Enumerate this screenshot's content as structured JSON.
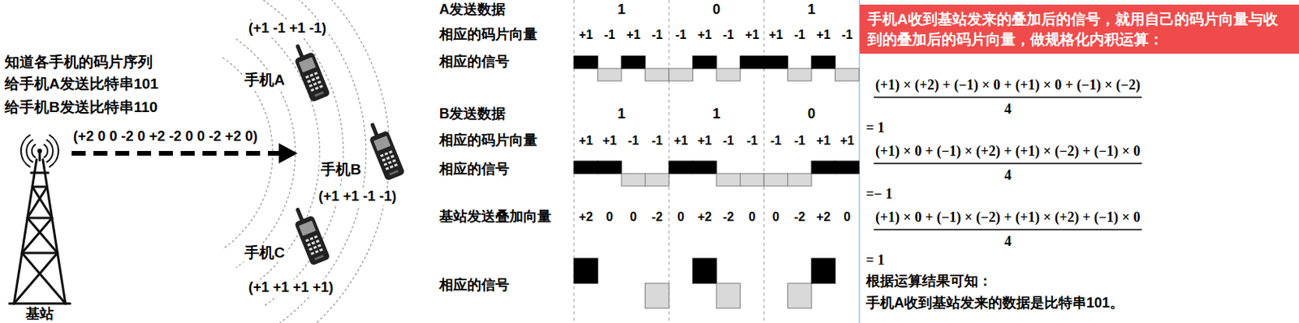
{
  "diagram": {
    "nodes": [
      {
        "text": [
          "手机A收到基站发来的叠加后的信号，就用自己的码片向量与收到的叠加后的码片向量，做规格化内积运算："
        ]
      }
    ],
    "labels": [
      "知道各手机的码片序列",
      "给手机A发送比特串101",
      "给手机B发送比特串110",
      "(+1 -1 +1 -1)",
      "手机A",
      "(+2 0 0 -2 0 +2 -2 0 0 -2 +2 0)",
      "手机B",
      "(+1 +1 -1 -1)",
      "手机C",
      "(+1 +1 +1 +1)",
      "基站",
      "A发送数据",
      "1",
      "0",
      "1",
      "相应的码片向量",
      "+1",
      "-1",
      "+1",
      "-1",
      "-1",
      "+1",
      "-1",
      "+1",
      "+1",
      "-1",
      "+1",
      "-1",
      "相应的信号",
      "B发送数据",
      "1",
      "1",
      "0",
      "相应的码片向量",
      "+1",
      "+1",
      "-1",
      "-1",
      "+1",
      "+1",
      "-1",
      "-1",
      "-1",
      "-1",
      "+1",
      "+1",
      "相应的信号",
      "基站发送叠加向量",
      "+2",
      "0",
      "0",
      "-2",
      "0",
      "+2",
      "-2",
      "0",
      "0",
      "-2",
      "+2",
      "0",
      "相应的信号",
      "(+1) × (+2) + (−1) × 0 + (+1) × 0 + (−1) × (−2)",
      "4",
      "= 1",
      "(+1) × 0 + (−1) × (+2) + (+1) × (−2) + (−1) × 0",
      "4",
      "=− 1",
      "(+1) × 0 + (−1) × (−2) + (+1) × (+2) + (−1) × 0",
      "4",
      "= 1",
      "根据运算结果可知：",
      "手机A收到基站发来的数据是比特串101。"
    ]
  }
}
